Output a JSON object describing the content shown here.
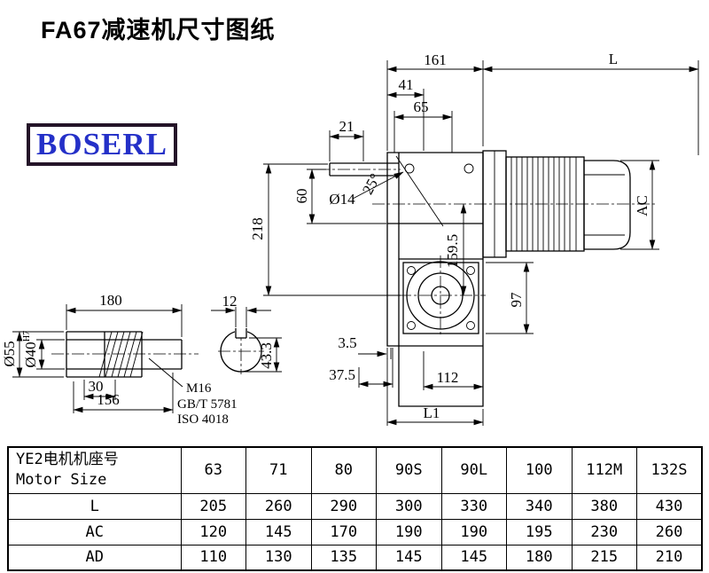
{
  "page": {
    "title": "FA67减速机尺寸图纸",
    "logo_text": "BOSERL"
  },
  "main_view": {
    "dim_161": "161",
    "dim_l": "L",
    "dim_41": "41",
    "dim_65": "65",
    "dim_21": "21",
    "dim_60": "60",
    "dim_phi14": "Ø14",
    "dim_218": "218",
    "dim_angle": "25°",
    "dim_ac": "AC",
    "dim_159_5": "159.5",
    "dim_97": "97",
    "dim_3_5": "3.5",
    "dim_37_5": "37.5",
    "dim_112": "112",
    "dim_l1": "L1"
  },
  "shaft_view": {
    "dim_180": "180",
    "dim_phi55": "Ø55",
    "dim_phi40": "Ø40",
    "dim_phi40_tol": "H7",
    "dim_30": "30",
    "dim_156": "156",
    "note_m16": "M16",
    "note_gb": "GB/T 5781",
    "note_iso": "ISO 4018",
    "dim_12": "12",
    "dim_43_3": "43.3"
  },
  "table": {
    "header_line1": "YE2电机机座号",
    "header_line2": "Motor Size",
    "sizes": [
      "63",
      "71",
      "80",
      "90S",
      "90L",
      "100",
      "112M",
      "132S"
    ],
    "rows": [
      {
        "label": "L",
        "values": [
          "205",
          "260",
          "290",
          "300",
          "330",
          "340",
          "380",
          "430"
        ]
      },
      {
        "label": "AC",
        "values": [
          "120",
          "145",
          "170",
          "190",
          "190",
          "195",
          "230",
          "260"
        ]
      },
      {
        "label": "AD",
        "values": [
          "110",
          "130",
          "135",
          "145",
          "145",
          "180",
          "215",
          "210"
        ]
      }
    ]
  }
}
